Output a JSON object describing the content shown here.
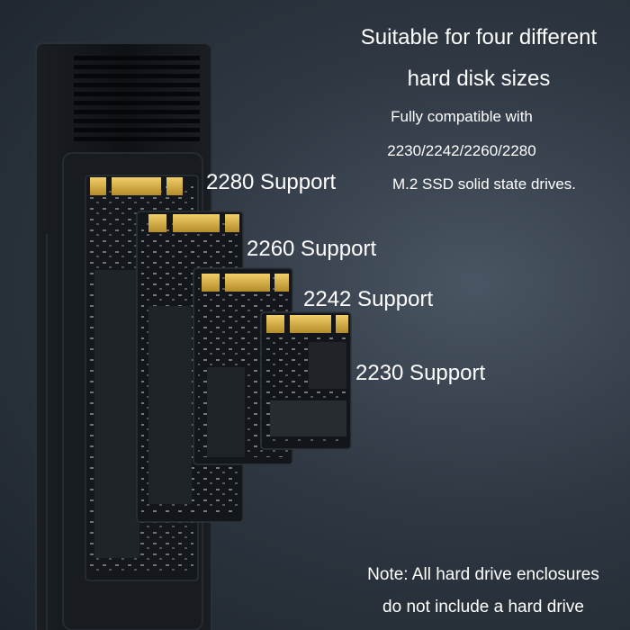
{
  "headline": {
    "line1": "Suitable for four different",
    "line2": "hard disk sizes"
  },
  "compatibility": {
    "line1": "Fully compatible with",
    "line2": "2230/2242/2260/2280",
    "line3": "M.2 SSD solid state drives."
  },
  "size_labels": {
    "s2280": "2280 Support",
    "s2260": "2260 Support",
    "s2242": "2242 Support",
    "s2230": "2230 Support"
  },
  "note": {
    "line1": "Note: All hard drive enclosures",
    "line2": "do not include a hard drive"
  },
  "colors": {
    "background": "#2f3843",
    "enclosure": "#111418",
    "pcb": "#15191d",
    "gold_contacts": "#d9b44a",
    "text": "#ffffff"
  }
}
